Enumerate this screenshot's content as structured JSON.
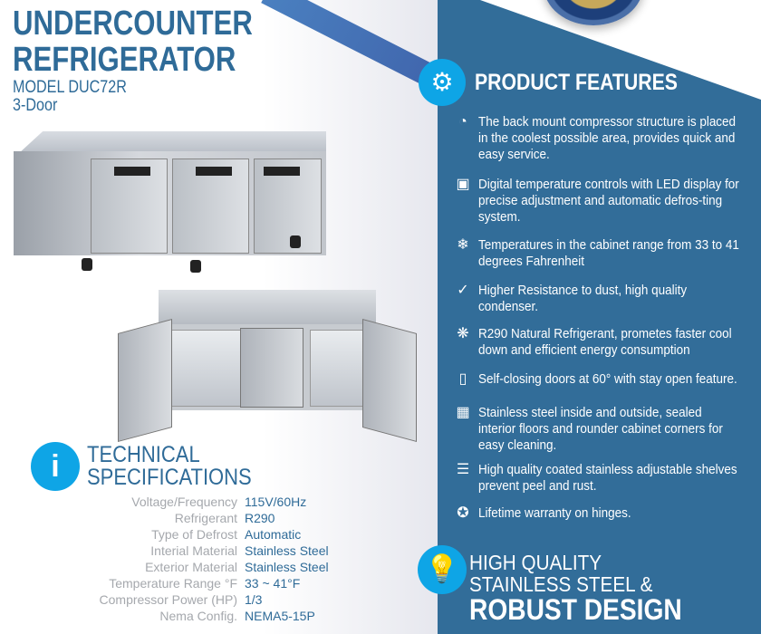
{
  "header": {
    "title_line1": "UNDERCOUNTER",
    "title_line2": "REFRIGERATOR",
    "model": "MODEL DUC72R",
    "doors": "3-Door"
  },
  "colors": {
    "brand_blue": "#326d99",
    "accent_cyan": "#0ea5e6",
    "spec_label": "#a5a8ad"
  },
  "specs": {
    "icon": "info-icon",
    "title_line1": "TECHNICAL",
    "title_line2": "SPECIFICATIONS",
    "rows": [
      {
        "label": "Voltage/Frequency",
        "value": "115V/60Hz"
      },
      {
        "label": "Refrigerant",
        "value": "R290"
      },
      {
        "label": "Type of Defrost",
        "value": "Automatic"
      },
      {
        "label": "Interial Material",
        "value": "Stainless Steel"
      },
      {
        "label": "Exterior Material",
        "value": "Stainless Steel"
      },
      {
        "label": "Temperature Range °F",
        "value": "33 ~ 41°F"
      },
      {
        "label": "Compressor Power (HP)",
        "value": "1/3"
      },
      {
        "label": "Nema Config.",
        "value": "NEMA5-15P"
      }
    ]
  },
  "features": {
    "icon": "gears-icon",
    "title": "PRODUCT FEATURES",
    "items": [
      {
        "icon": "compressor-icon",
        "text": "The back mount compressor structure is placed in the coolest possible area, provides quick and easy service."
      },
      {
        "icon": "led-display-icon",
        "text": "Digital temperature controls with LED display for precise adjustment and automatic defros-ting system."
      },
      {
        "icon": "snowflake-icon",
        "text": "Temperatures in the cabinet range from 33 to 41 degrees Fahrenheit"
      },
      {
        "icon": "check-circle-icon",
        "text": "Higher Resistance to dust, high quality condenser."
      },
      {
        "icon": "leaf-icon",
        "text": "R290 Natural Refrigerant, prometes faster cool down and efficient energy consumption"
      },
      {
        "icon": "door-icon",
        "text": "Self-closing doors at 60° with stay open feature."
      },
      {
        "icon": "steel-texture-icon",
        "text": "Stainless steel inside and outside, sealed interior floors and rounder cabinet corners for easy cleaning."
      },
      {
        "icon": "shelves-icon",
        "text": "High quality coated stainless adjustable shelves prevent peel and rust."
      },
      {
        "icon": "warranty-badge-icon",
        "text": "Lifetime warranty on hinges."
      }
    ]
  },
  "quality": {
    "icon": "lightbulb-icon",
    "line1": "HIGH QUALITY",
    "line2": "STAINLESS STEEL &",
    "line3": "ROBUST DESIGN"
  }
}
